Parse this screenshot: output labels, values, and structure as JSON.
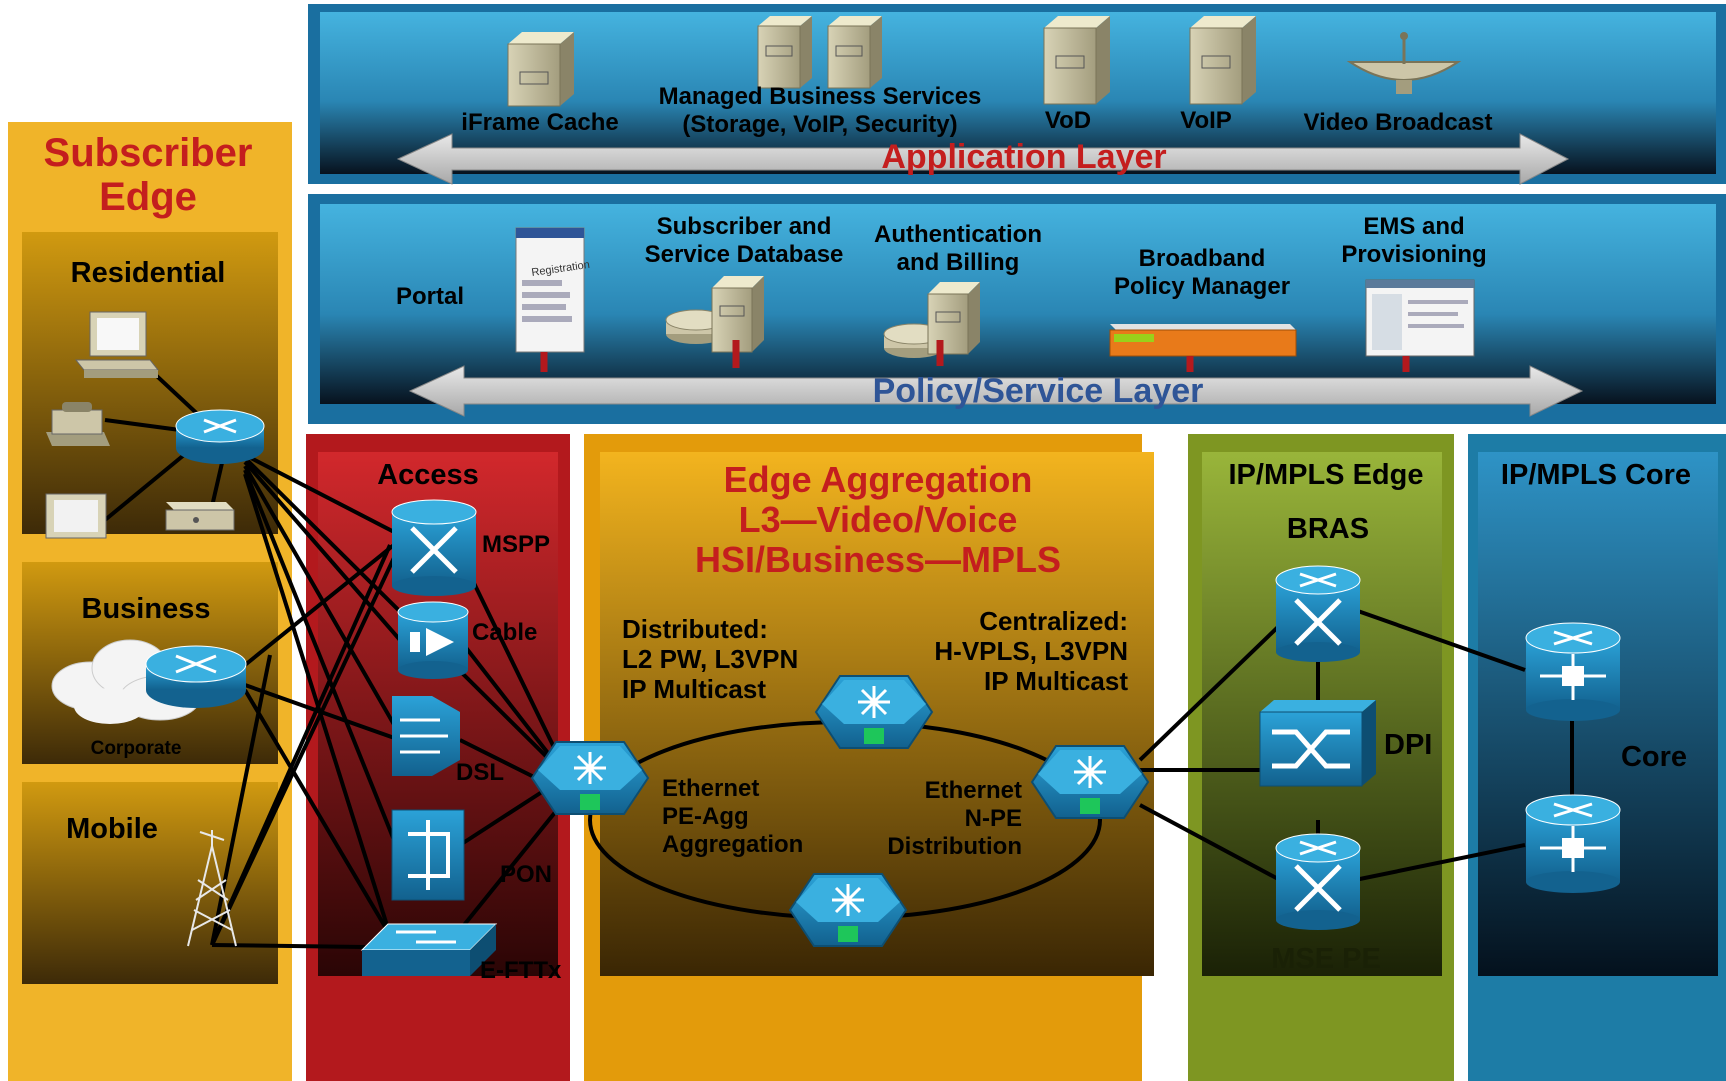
{
  "colors": {
    "blue_top": "#3eaedb",
    "blue_dark": "#0a1a2a",
    "orange_frame": "#f1b52a",
    "red_frame": "#b3191d",
    "yellow_frame": "#e89d0b",
    "green_frame": "#7e9622",
    "core_frame": "#1d7ca6",
    "title_red": "#c41e1e",
    "policy_blue": "#2f5597",
    "device_blue": "#1c8fc6",
    "link": "#000000"
  },
  "subscriber_edge": {
    "title_line1": "Subscriber",
    "title_line2": "Edge",
    "residential": "Residential",
    "business": "Business",
    "corporate": "Corporate",
    "mobile": "Mobile"
  },
  "application_layer": {
    "title": "Application Layer",
    "items": {
      "iframe_cache": "iFrame Cache",
      "managed_line1": "Managed Business Services",
      "managed_line2": "(Storage, VoIP, Security)",
      "vod": "VoD",
      "voip": "VoIP",
      "video_broadcast": "Video Broadcast"
    }
  },
  "policy_layer": {
    "title": "Policy/Service Layer",
    "items": {
      "portal": "Portal",
      "portal_screen": "Registration",
      "subdb_line1": "Subscriber and",
      "subdb_line2": "Service Database",
      "auth_line1": "Authentication",
      "auth_line2": "and Billing",
      "bpm_line1": "Broadband",
      "bpm_line2": "Policy Manager",
      "ems_line1": "EMS and",
      "ems_line2": "Provisioning"
    }
  },
  "access": {
    "title": "Access",
    "mspp": "MSPP",
    "cable": "Cable",
    "dsl": "DSL",
    "pon": "PON",
    "fttx": "E-FTTx"
  },
  "edge_aggregation": {
    "title_line1": "Edge Aggregation",
    "title_line2": "L3—Video/Voice",
    "title_line3": "HSI/Business—MPLS",
    "distributed_line1": "Distributed:",
    "distributed_line2": "L2 PW, L3VPN",
    "distributed_line3": "IP Multicast",
    "centralized_line1": "Centralized:",
    "centralized_line2": "H-VPLS, L3VPN",
    "centralized_line3": "IP Multicast",
    "peagg_line1": "Ethernet",
    "peagg_line2": "PE-Agg",
    "peagg_line3": "Aggregation",
    "npe_line1": "Ethernet",
    "npe_line2": "N-PE",
    "npe_line3": "Distribution"
  },
  "ip_mpls_edge": {
    "title": "IP/MPLS Edge",
    "bras": "BRAS",
    "dpi": "DPI",
    "mse_pe": "MSE PE"
  },
  "ip_mpls_core": {
    "title": "IP/MPLS Core",
    "core": "Core"
  }
}
